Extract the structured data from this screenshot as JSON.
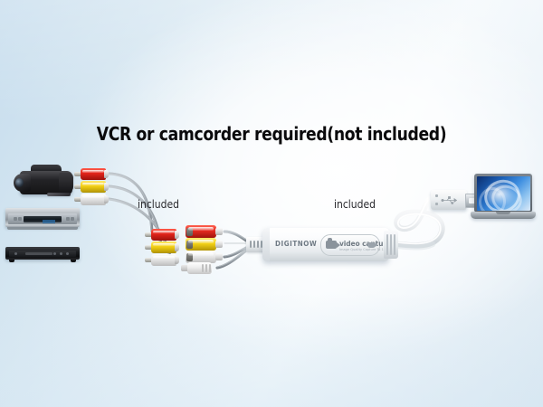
{
  "page": {
    "title": "VCR or camcorder required(not included)",
    "background_from": "#c5dced",
    "background_to": "#f4f9fc"
  },
  "annotations": {
    "left_label": "included",
    "right_label": "included"
  },
  "device": {
    "brand": "DIGITNOW",
    "badge_title": "video capture",
    "badge_subtitle": "Image Quality Capture To 1080P",
    "icon_camera": "camcorder-icon",
    "icon_arrow": "arrow-right-icon"
  },
  "sources": [
    {
      "name": "camcorder",
      "label": "camcorder"
    },
    {
      "name": "vcr",
      "label": "VCR"
    },
    {
      "name": "dvd-player",
      "label": "DVD player"
    }
  ],
  "connectors": {
    "source_plugs": [
      {
        "color_name": "red",
        "hex": "#e0231a",
        "signal": "audio-right"
      },
      {
        "color_name": "yellow",
        "hex": "#f2cf14",
        "signal": "composite-video"
      },
      {
        "color_name": "white",
        "hex": "#e6e6e6",
        "signal": "audio-left"
      }
    ],
    "capture_plugs": [
      {
        "color_name": "red",
        "hex": "#e0231a",
        "signal": "audio-right"
      },
      {
        "color_name": "yellow",
        "hex": "#f2cf14",
        "signal": "composite-video"
      },
      {
        "color_name": "white",
        "hex": "#e6e6e6",
        "signal": "audio-left"
      }
    ],
    "capture_jacks": [
      {
        "color_name": "red",
        "hex": "#e32a20"
      },
      {
        "color_name": "yellow",
        "hex": "#f3d117"
      },
      {
        "color_name": "white",
        "hex": "#e8e8e8"
      }
    ],
    "aux": {
      "color_name": "white",
      "hex": "#ededed",
      "signal": "aux-connector"
    },
    "usb": {
      "type": "USB-A",
      "icon": "usb-trident-icon"
    }
  },
  "computer": {
    "type": "laptop",
    "wallpaper": "blue-abstract-swirl"
  }
}
